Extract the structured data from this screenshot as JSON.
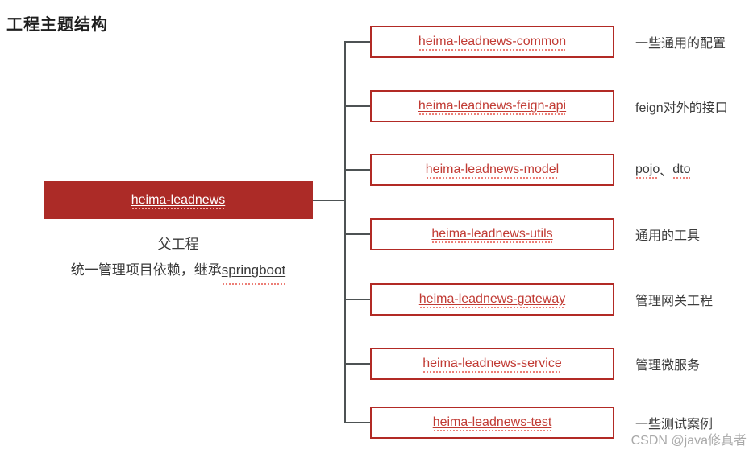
{
  "page": {
    "title": "工程主题结构"
  },
  "colors": {
    "brand_red": "#AC2B27",
    "module_border": "#B22A25",
    "module_text": "#C13B34",
    "connector_line": "#4D5254",
    "label_text": "#3C3C3C",
    "watermark_gray": "#A9A9A9"
  },
  "root": {
    "name": "heima-leadnews",
    "caption_line1": "父工程",
    "caption_line2_plain": "统一管理项目依赖，继承",
    "caption_line2_underlined": "springboot"
  },
  "modules": [
    {
      "name": "heima-leadnews-common",
      "description": [
        {
          "t": "一些通用的配置",
          "u": false
        }
      ]
    },
    {
      "name": "heima-leadnews-feign-api",
      "description": [
        {
          "t": "feign对外的接口",
          "u": false
        }
      ]
    },
    {
      "name": "heima-leadnews-model",
      "description": [
        {
          "t": "pojo",
          "u": true
        },
        {
          "t": "、 ",
          "u": false
        },
        {
          "t": "dto",
          "u": true
        }
      ]
    },
    {
      "name": "heima-leadnews-utils",
      "description": [
        {
          "t": "通用的工具",
          "u": false
        }
      ]
    },
    {
      "name": "heima-leadnews-gateway",
      "description": [
        {
          "t": "管理网关工程",
          "u": false
        }
      ]
    },
    {
      "name": "heima-leadnews-service",
      "description": [
        {
          "t": "管理微服务",
          "u": false
        }
      ]
    },
    {
      "name": "heima-leadnews-test",
      "description": [
        {
          "t": "一些测试案例",
          "u": false
        }
      ]
    }
  ],
  "watermark": "CSDN @java修真者"
}
